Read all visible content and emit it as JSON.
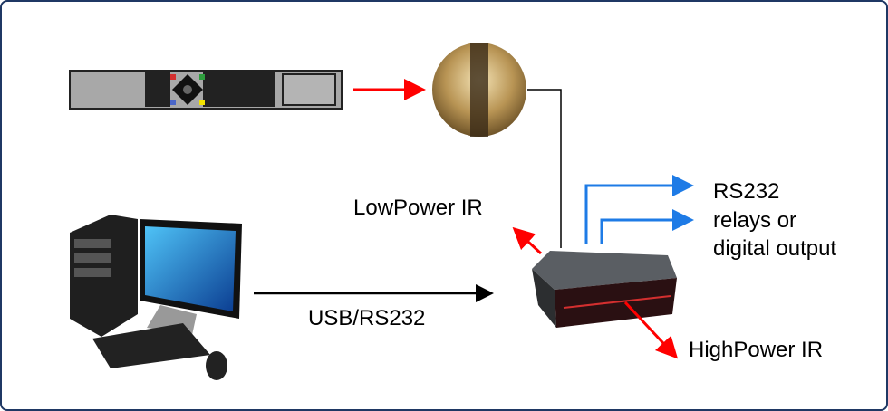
{
  "labels": {
    "low_power_ir": "LowPower IR",
    "usb_rs232": "USB/RS232",
    "rs232": "RS232",
    "relays_line1": "relays or",
    "relays_line2": "digital output",
    "high_power_ir": "HighPower IR"
  },
  "colors": {
    "frame": "#1f3864",
    "ir_arrow": "#ff0000",
    "output_arrow": "#1e7be6",
    "link": "#000000"
  }
}
